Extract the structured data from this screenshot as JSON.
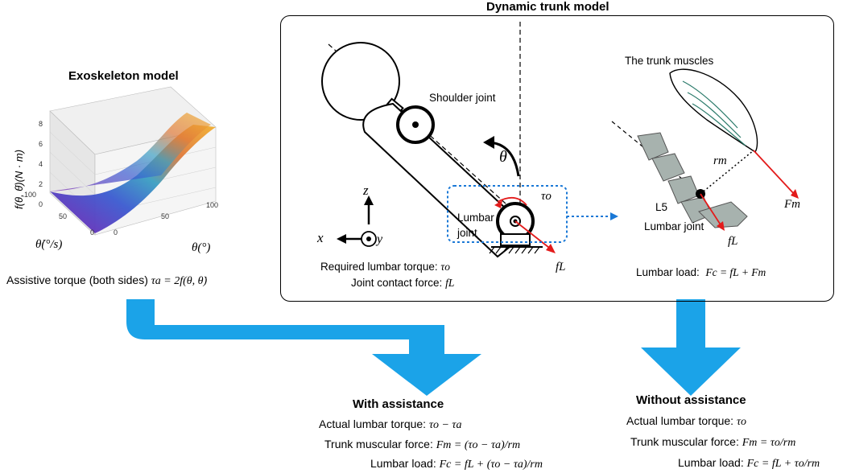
{
  "exo": {
    "title": "Exoskeleton model",
    "z_axis_label": "f(θ, θ̇)(N · m)",
    "z_ticks": [
      "8",
      "6",
      "4",
      "2",
      "0"
    ],
    "x_axis_label": "θ(°)",
    "x_ticks": [
      "0",
      "50",
      "100"
    ],
    "y_axis_label": "θ̇(°/s)",
    "y_ticks": [
      "100",
      "50",
      "0"
    ],
    "caption_text": "Assistive torque (both sides)",
    "caption_math": "τa = 2f(θ, θ̇)"
  },
  "trunk": {
    "title": "Dynamic trunk model",
    "shoulder_label": "Shoulder joint",
    "lumbar_label_1": "Lumbar",
    "lumbar_label_2": "joint",
    "theta": "θ",
    "tau_o": "τo",
    "z_axis": "z",
    "x_axis": "x",
    "y_axis": "y",
    "fL": "fL",
    "required_torque_text": "Required lumbar torque:",
    "required_torque_math": "τo",
    "joint_force_text": "Joint contact force:",
    "joint_force_math": "fL",
    "muscles_label": "The trunk muscles",
    "rm": "rm",
    "Fm": "Fm",
    "L5": "L5",
    "lumbar_joint_label": "Lumbar joint",
    "fL2": "fL",
    "lumbar_load_text": "Lumbar load:",
    "lumbar_load_math": "Fc = fL + Fm"
  },
  "with_assistance": {
    "title": "With assistance",
    "torque_text": "Actual lumbar torque:",
    "torque_math": "τo − τa",
    "force_text": "Trunk muscular force:",
    "force_math": "Fm = (τo − τa)/rm",
    "load_text": "Lumbar load:",
    "load_math": "Fc = fL + (τo − τa)/rm"
  },
  "without_assistance": {
    "title": "Without assistance",
    "torque_text": "Actual lumbar torque:",
    "torque_math": "τo",
    "force_text": "Trunk muscular force:",
    "force_math": "Fm = τo/rm",
    "load_text": "Lumbar load:",
    "load_math": "Fc = fL + τo/rm"
  },
  "colors": {
    "arrow_blue": "#1ba3e8",
    "force_red": "#e31b1b",
    "dotted_blue": "#1a78d6",
    "bone_gray": "#a7b2ae",
    "muscle_green": "#2a7a6a"
  }
}
